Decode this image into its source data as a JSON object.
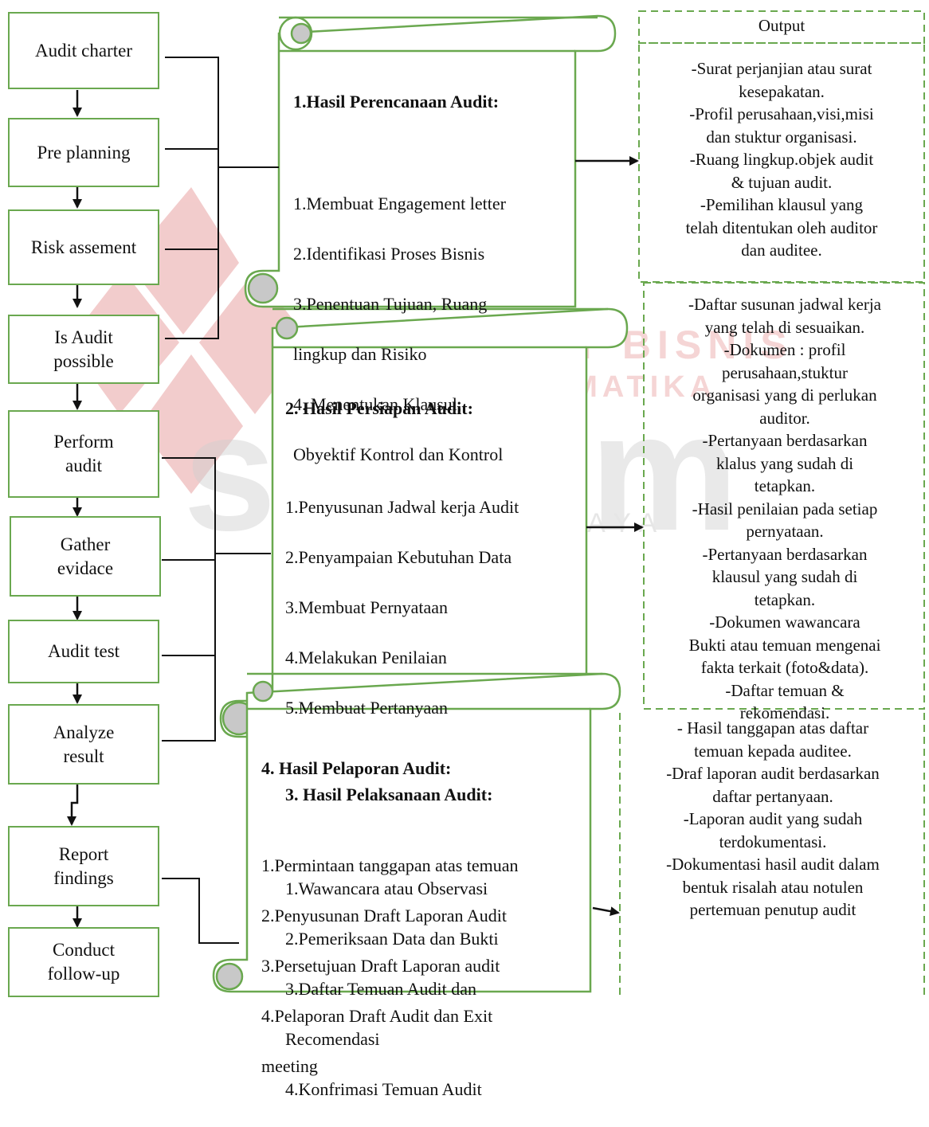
{
  "watermark": {
    "lines": [
      "INSTITUT BISNIS",
      "& INFORMATIKA",
      "stikom",
      "SURABAYA"
    ],
    "color": "#e9a3a3"
  },
  "colors": {
    "box_border": "#6aa84f",
    "line": "#111111",
    "scroll_fill": "#c8c8c8"
  },
  "steps": [
    {
      "label": "Audit charter"
    },
    {
      "label": "Pre planning"
    },
    {
      "label": "Risk assement"
    },
    {
      "label": "Is Audit\npossible"
    },
    {
      "label": "Perform\naudit"
    },
    {
      "label": "Gather\nevidace"
    },
    {
      "label": "Audit test"
    },
    {
      "label": "Analyze\nresult"
    },
    {
      "label": "Report\nfindings"
    },
    {
      "label": "Conduct\nfollow-up"
    }
  ],
  "scrolls": [
    {
      "heading": "1.Hasil Perencanaan Audit:",
      "items": [
        "1.Membuat Engagement letter",
        "2.Identifikasi Proses Bisnis",
        "3.Penentuan Tujuan, Ruang",
        "lingkup dan Risiko",
        "4. Menentukan Klausul,",
        "Obyektif Kontrol dan Kontrol"
      ]
    },
    {
      "heading": "2. Hasil Persiapan Audit:",
      "items": [
        "1.Penyusunan Jadwal kerja Audit",
        "2.Penyampaian Kebutuhan Data",
        "3.Membuat Pernyataan",
        "4.Melakukan Penilaian",
        "5.Membuat Pertanyaan"
      ],
      "heading2": "3. Hasil Pelaksanaan  Audit:",
      "items2": [
        "1.Wawancara atau Observasi",
        "2.Pemeriksaan Data dan Bukti",
        "3.Daftar Temuan Audit dan",
        "Recomendasi",
        "4.Konfrimasi Temuan Audit"
      ]
    },
    {
      "heading": "4. Hasil Pelaporan  Audit:",
      "items": [
        "1.Permintaan tanggapan atas temuan",
        "2.Penyusunan Draft Laporan Audit",
        "3.Persetujuan Draft Laporan audit",
        "4.Pelaporan Draft Audit dan Exit",
        "meeting"
      ]
    }
  ],
  "output": {
    "title": "Output",
    "box1": [
      "-Surat perjanjian atau surat",
      "kesepakatan.",
      "-Profil perusahaan,visi,misi",
      "dan stuktur organisasi.",
      "-Ruang lingkup.objek audit",
      "& tujuan audit.",
      "-Pemilihan klausul yang",
      "telah ditentukan oleh auditor",
      "dan auditee."
    ],
    "box2": [
      "-Daftar susunan jadwal kerja",
      "yang telah di sesuaikan.",
      "-Dokumen : profil",
      "perusahaan,stuktur",
      "organisasi yang di perlukan",
      "auditor.",
      "-Pertanyaan berdasarkan",
      "klalus yang sudah di",
      "tetapkan.",
      "-Hasil penilaian pada setiap",
      "pernyataan.",
      "-Pertanyaan berdasarkan",
      "klausul yang sudah di",
      "tetapkan.",
      "-Dokumen wawancara",
      "Bukti atau temuan mengenai",
      "fakta terkait (foto&data).",
      "-Daftar temuan &",
      "rekomendasi."
    ],
    "box3": [
      "- Hasil tanggapan atas daftar",
      "temuan kepada auditee.",
      "-Draf laporan audit berdasarkan",
      "daftar pertanyaan.",
      "-Laporan audit yang sudah",
      "terdokumentasi.",
      "-Dokumentasi hasil audit dalam",
      "bentuk risalah atau notulen",
      "pertemuan penutup audit"
    ]
  }
}
